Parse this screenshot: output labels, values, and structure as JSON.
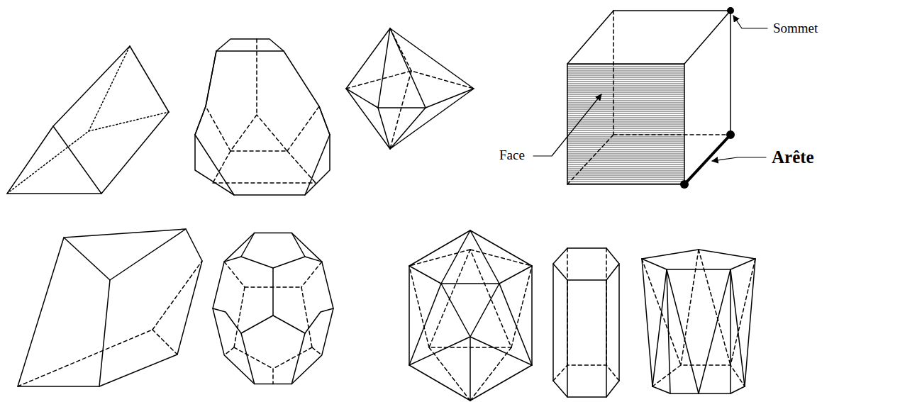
{
  "diagram": {
    "labels": [
      "Sommet",
      "Face",
      "Arête"
    ]
  }
}
